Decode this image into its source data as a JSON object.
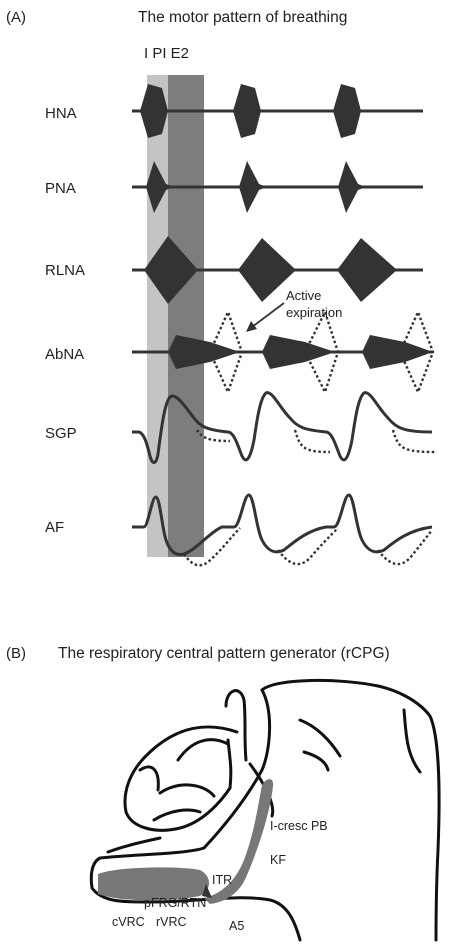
{
  "panel_a": {
    "label": "(A)",
    "title": "The motor pattern of breathing",
    "phases": "I PI E2",
    "traces": [
      "HNA",
      "PNA",
      "RLNA",
      "AbNA",
      "SGP",
      "AF"
    ],
    "annotation_line1": "Active",
    "annotation_line2": "expiration",
    "colors": {
      "phase_I": "#c4c4c4",
      "phase_PI_E2": "#7d7d7d",
      "trace": "#333333"
    }
  },
  "panel_b": {
    "label": "(B)",
    "title": "The respiratory central pattern generator (rCPG)",
    "regions": {
      "icresc_pb": "I-cresc PB",
      "kf": "KF",
      "itr": "ITR",
      "pfrg_rtn": "pFRG/RTN",
      "cvrc": "cVRC",
      "rvrc": "rVRC",
      "a5": "A5"
    },
    "colors": {
      "column": "#777777",
      "outline": "#111111"
    }
  }
}
